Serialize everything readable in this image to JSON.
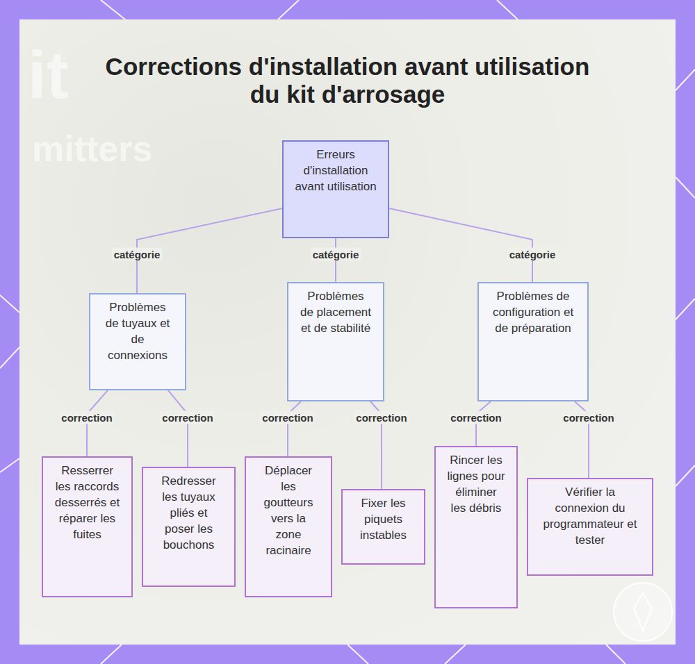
{
  "diagram": {
    "title": "Corrections d'installation avant utilisation du kit d'arrosage",
    "nodes": [
      {
        "text": [
          "Erreurs d'installation avant utilisation"
        ]
      },
      {
        "text": [
          "Problèmes de tuyaux et de connexions"
        ]
      },
      {
        "text": [
          "Problèmes de placement et de stabilité"
        ]
      },
      {
        "text": [
          "Problèmes de configuration et de préparation"
        ]
      },
      {
        "text": [
          "Resserrer les raccords desserrés et réparer les fuites"
        ]
      },
      {
        "text": [
          "Redresser les tuyaux pliés et poser les bouchons"
        ]
      },
      {
        "text": [
          "Déplacer les goutteurs vers la zone racinaire"
        ]
      },
      {
        "text": [
          "Fixer les piquets instables"
        ]
      },
      {
        "text": [
          "Rincer les lignes pour éliminer les débris"
        ]
      },
      {
        "text": [
          "Vérifier la connexion du programmateur et tester"
        ]
      }
    ],
    "edges": [
      {
        "from": 0,
        "to": 1,
        "label": "catégorie",
        "arrow": "none"
      },
      {
        "from": 0,
        "to": 2,
        "label": "catégorie",
        "arrow": "none"
      },
      {
        "from": 0,
        "to": 3,
        "label": "catégorie",
        "arrow": "none"
      },
      {
        "from": 1,
        "to": 4,
        "label": "correction",
        "arrow": "none"
      },
      {
        "from": 1,
        "to": 5,
        "label": "correction",
        "arrow": "none"
      },
      {
        "from": 2,
        "to": 6,
        "label": "correction",
        "arrow": "none"
      },
      {
        "from": 2,
        "to": 7,
        "label": "correction",
        "arrow": "none"
      },
      {
        "from": 3,
        "to": 8,
        "label": "correction",
        "arrow": "none"
      },
      {
        "from": 3,
        "to": 9,
        "label": "correction",
        "arrow": "none"
      }
    ],
    "labels": [
      "it",
      "mitters"
    ]
  }
}
